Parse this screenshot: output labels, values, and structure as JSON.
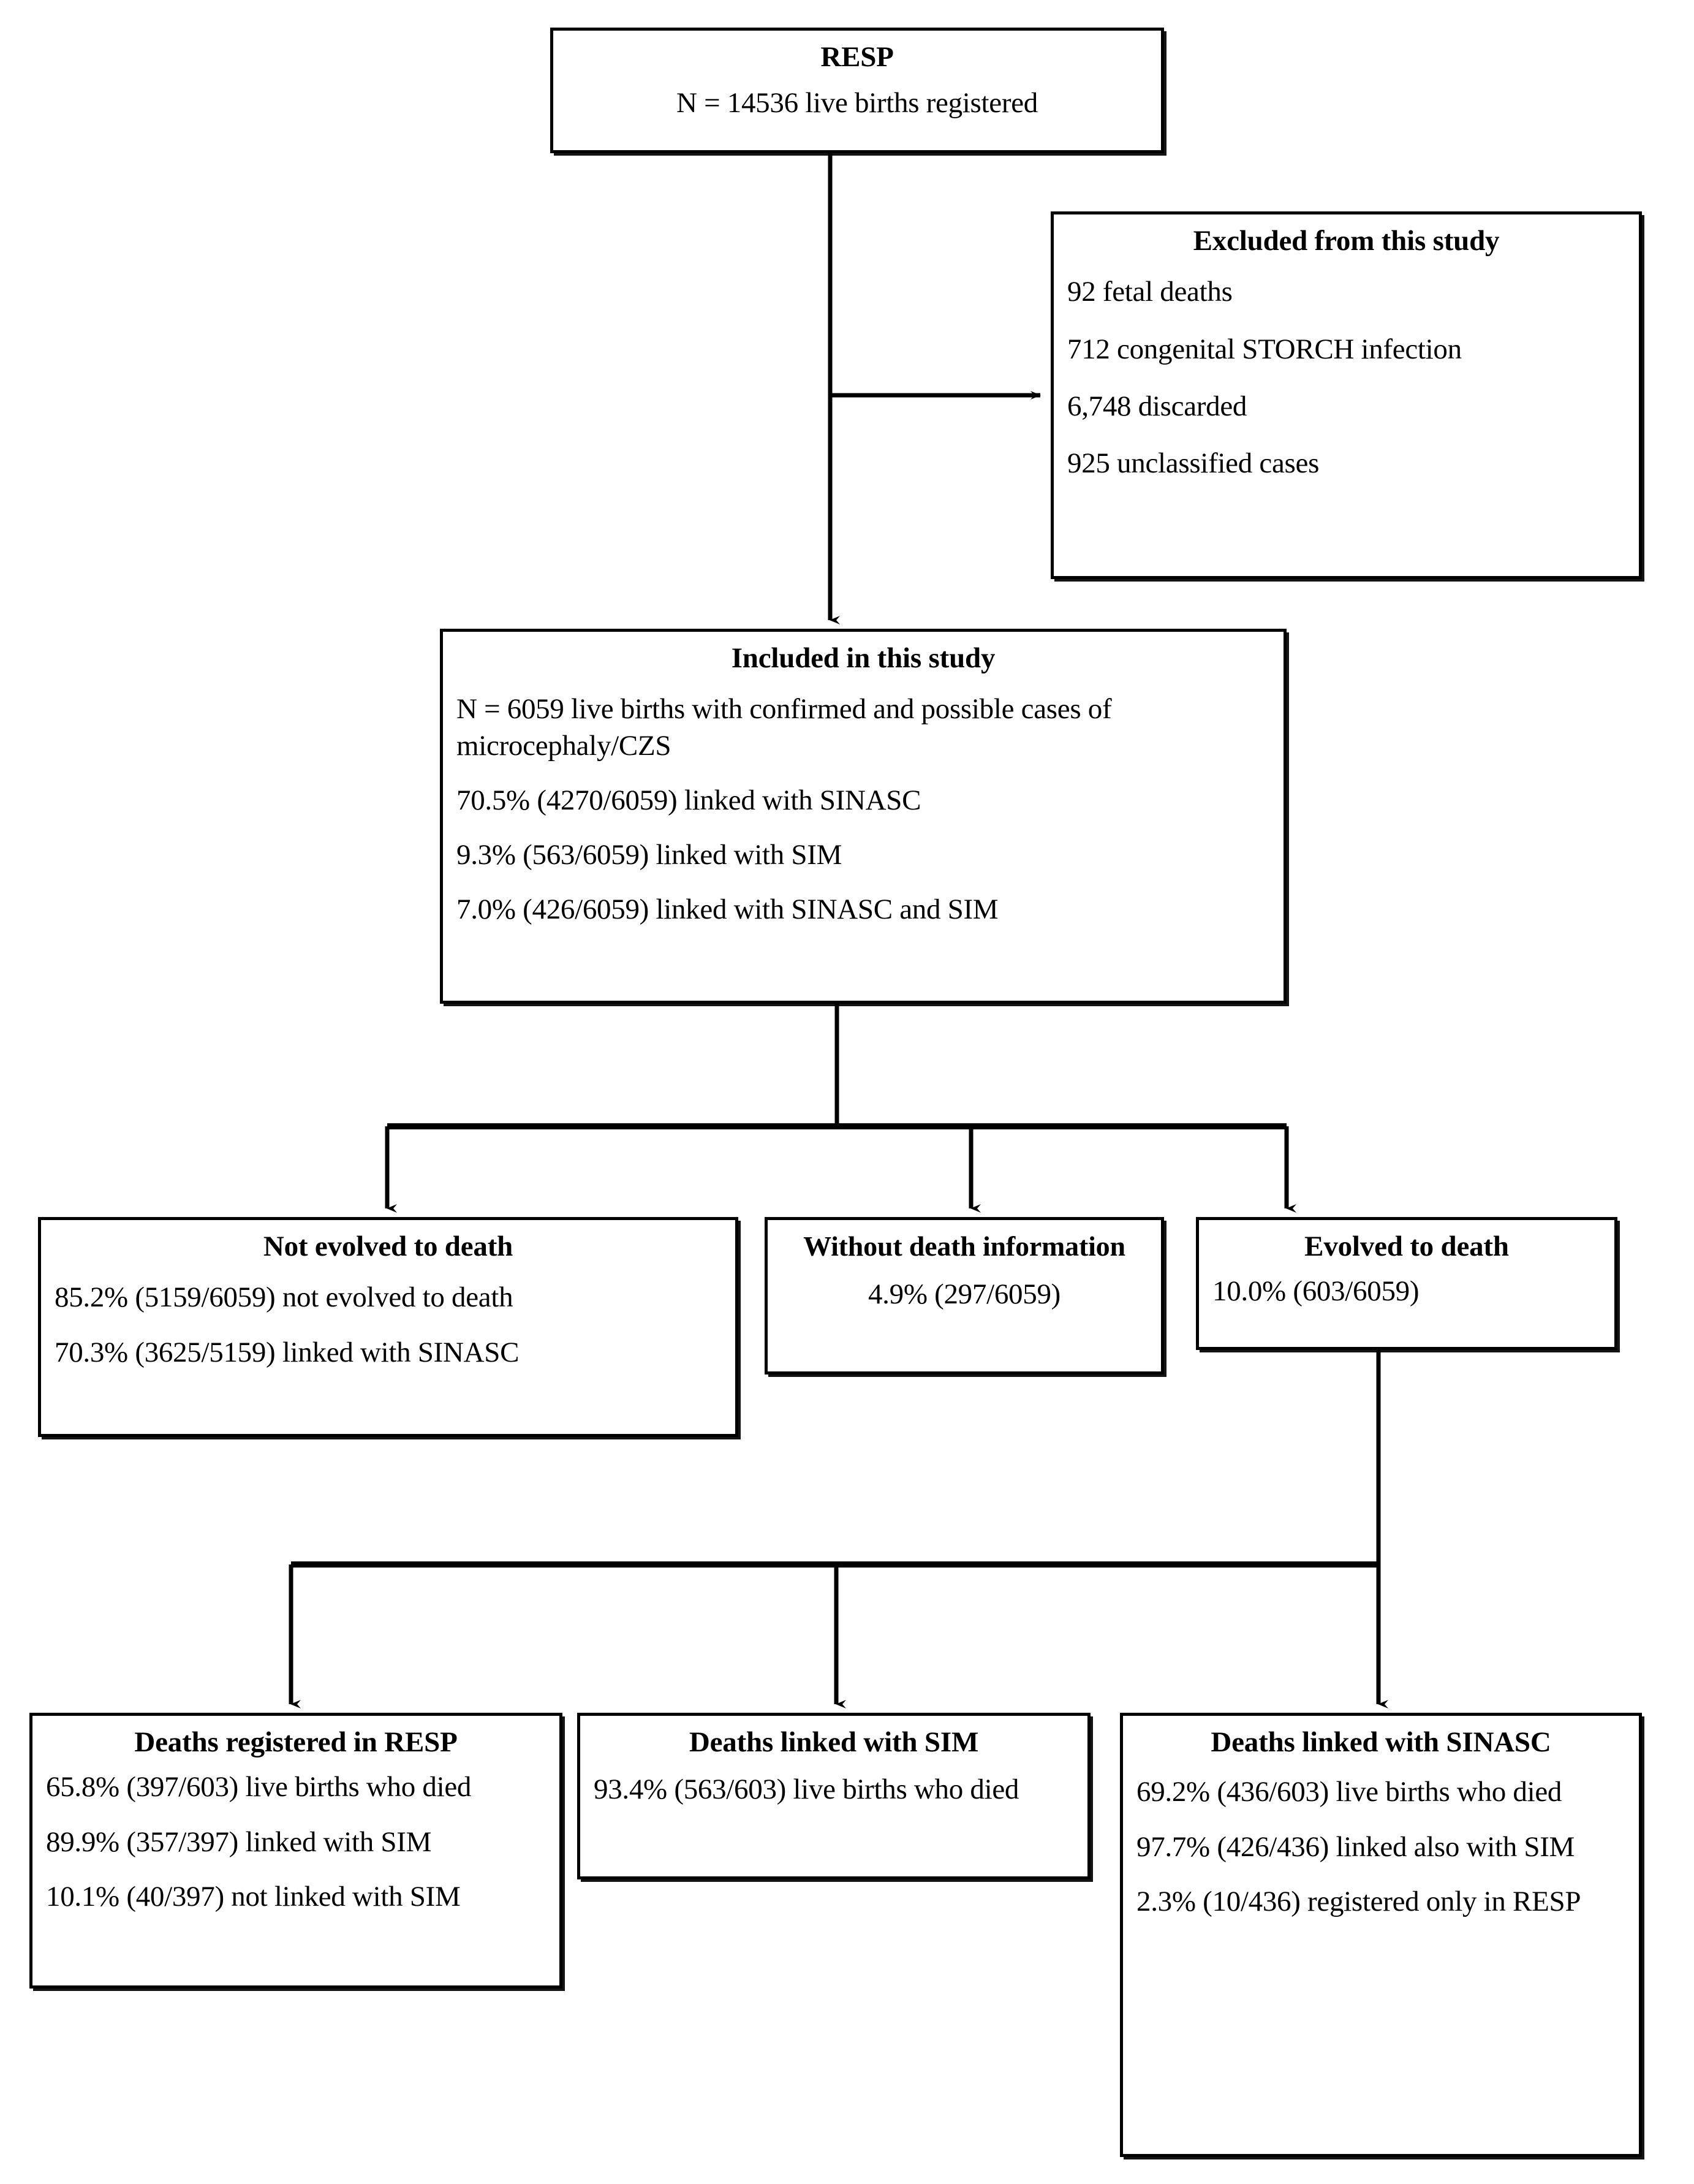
{
  "diagram": {
    "type": "flowchart",
    "title": "Study population flow diagram (RESP / SINASC / SIM record linkage)",
    "nodes": {
      "resp": {
        "title": "RESP",
        "lines": [
          "N = 14536 live births registered"
        ]
      },
      "excluded": {
        "title": "Excluded from this study",
        "lines": [
          "92 fetal deaths",
          "712 congenital STORCH infection",
          "6,748 discarded",
          "925 unclassified cases"
        ]
      },
      "included": {
        "title": "Included in this study",
        "lines": [
          "N = 6059 live births with confirmed and possible cases of microcephaly/CZS",
          "70.5% (4270/6059) linked with SINASC",
          "9.3% (563/6059) linked with SIM",
          "7.0% (426/6059) linked with SINASC  and SIM"
        ]
      },
      "not_evolved": {
        "title": "Not evolved to death",
        "lines": [
          "85.2% (5159/6059) not evolved to death",
          "70.3% (3625/5159) linked with SINASC"
        ]
      },
      "without_death_info": {
        "title": "Without death information",
        "lines": [
          "4.9%  (297/6059)"
        ]
      },
      "evolved": {
        "title": "Evolved to death",
        "lines": [
          "10.0%  (603/6059)"
        ]
      },
      "deaths_resp": {
        "title": "Deaths registered in RESP",
        "lines": [
          "65.8% (397/603) live births who died",
          "89.9% (357/397) linked with SIM",
          "10.1% (40/397) not linked with SIM"
        ]
      },
      "deaths_sim": {
        "title": "Deaths linked with SIM",
        "lines": [
          "93.4% (563/603) live births who died"
        ]
      },
      "deaths_sinasc": {
        "title": "Deaths linked with SINASC",
        "lines": [
          "69.2% (436/603) live births who died",
          "97.7% (426/436) linked also with SIM",
          "2.3% (10/436) registered only in RESP"
        ]
      }
    },
    "colors": {
      "line": "#000000",
      "box_border": "#000000",
      "background": "#ffffff",
      "text": "#000000"
    }
  }
}
